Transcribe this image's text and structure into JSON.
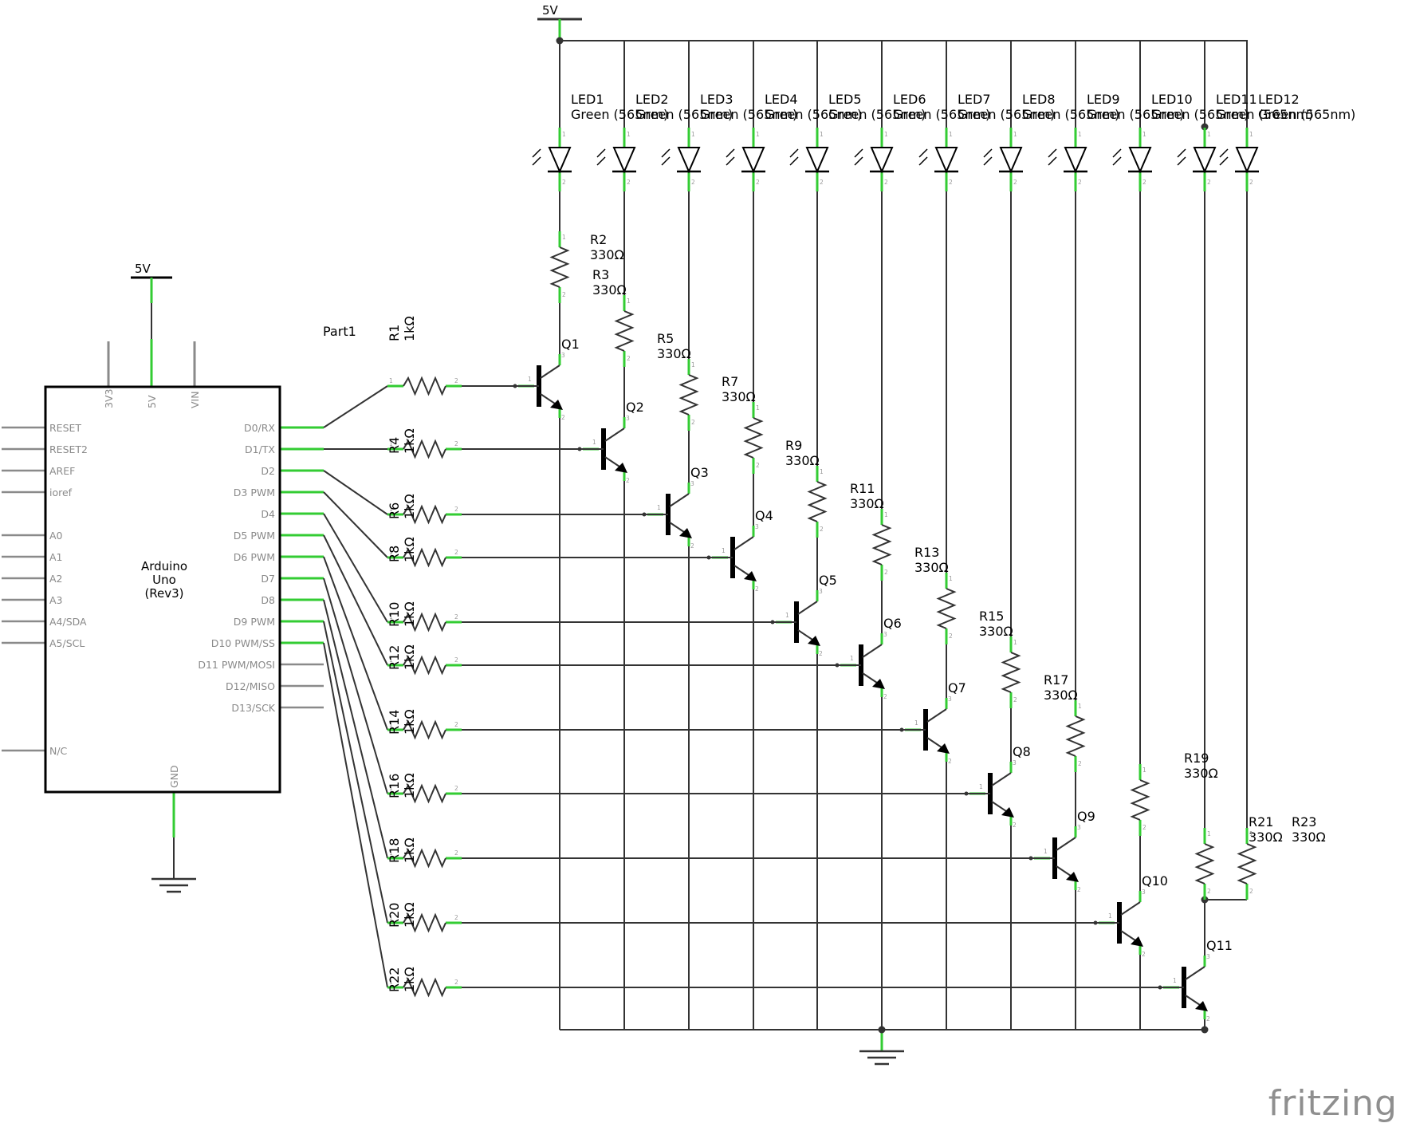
{
  "power_label": "5V",
  "arduino": {
    "part_label": "Part1",
    "name": "Arduino",
    "model": "Uno",
    "rev": "(Rev3)",
    "top_pins": [
      "3V3",
      "5V",
      "VIN"
    ],
    "left_pins": [
      "RESET",
      "RESET2",
      "AREF",
      "ioref",
      "A0",
      "A1",
      "A2",
      "A3",
      "A4/SDA",
      "A5/SCL",
      "N/C"
    ],
    "right_pins": [
      "D0/RX",
      "D1/TX",
      "D2",
      "D3 PWM",
      "D4",
      "D5 PWM",
      "D6 PWM",
      "D7",
      "D8",
      "D9 PWM",
      "D10 PWM/SS",
      "D11 PWM/MOSI",
      "D12/MISO",
      "D13/SCK"
    ],
    "bottom_pin": "GND"
  },
  "base_resistors": [
    "R1",
    "R4",
    "R6",
    "R8",
    "R10",
    "R12",
    "R14",
    "R16",
    "R18",
    "R20",
    "R22"
  ],
  "base_resistor_value": "1kΩ",
  "leds": [
    {
      "name": "LED1",
      "color": "Green (565nm)"
    },
    {
      "name": "LED2",
      "color": "Green (565nm)"
    },
    {
      "name": "LED3",
      "color": "Green (565nm)"
    },
    {
      "name": "LED4",
      "color": "Green (565nm)"
    },
    {
      "name": "LED5",
      "color": "Green (565nm)"
    },
    {
      "name": "LED6",
      "color": "Green (565nm)"
    },
    {
      "name": "LED7",
      "color": "Green (565nm)"
    },
    {
      "name": "LED8",
      "color": "Green (565nm)"
    },
    {
      "name": "LED9",
      "color": "Green (565nm)"
    },
    {
      "name": "LED10",
      "color": "Green (565nm)"
    },
    {
      "name": "LED11",
      "color": "Green (565nm)"
    },
    {
      "name": "LED12",
      "color": "Green (565nm)"
    }
  ],
  "led_resistors": [
    "R2",
    "R3",
    "R5",
    "R7",
    "R9",
    "R11",
    "R13",
    "R15",
    "R17",
    "R19",
    "R21",
    "R23"
  ],
  "led_resistor_value": "330Ω",
  "transistors": [
    "Q1",
    "Q2",
    "Q3",
    "Q4",
    "Q5",
    "Q6",
    "Q7",
    "Q8",
    "Q9",
    "Q10",
    "Q11"
  ],
  "watermark": "fritzing",
  "colors": {
    "wire": "#333333",
    "connector": "#33cc33",
    "pin": "#8a8a8a"
  }
}
